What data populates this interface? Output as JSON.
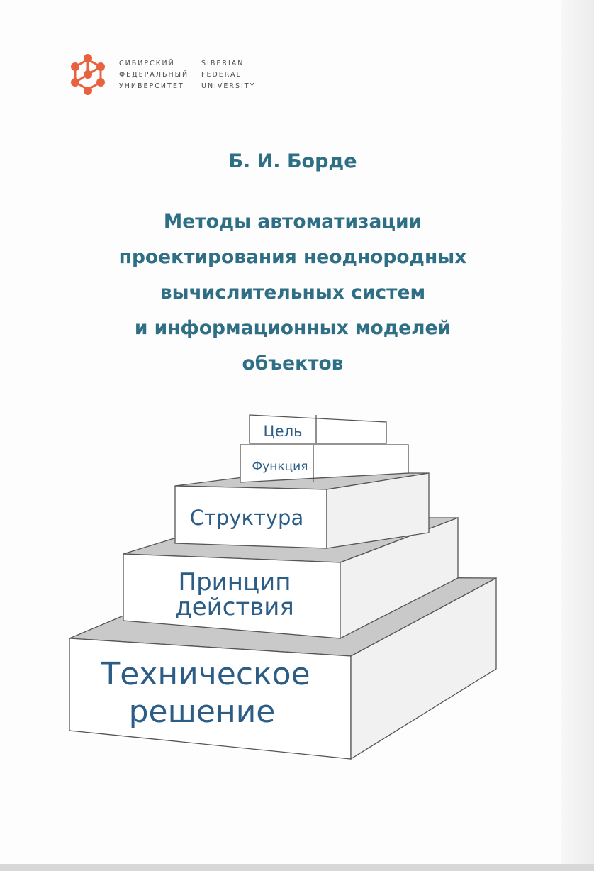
{
  "logo": {
    "ru": [
      "СИБИРСКИЙ",
      "ФЕДЕРАЛЬНЫЙ",
      "УНИВЕРСИТЕТ"
    ],
    "en": [
      "SIBERIAN",
      "FEDERAL",
      "UNIVERSITY"
    ],
    "color": "#e8623e"
  },
  "author": "Б. И. Борде",
  "title_lines": [
    "Методы автоматизации",
    "проектирования неоднородных",
    "вычислительных систем",
    "и информационных моделей",
    "объектов"
  ],
  "pyramid": {
    "level_1": "Цель",
    "level_2": "Функция",
    "level_3": "Структура",
    "level_4": [
      "Принцип",
      "действия"
    ],
    "level_5": [
      "Техническое",
      "решение"
    ]
  },
  "colors": {
    "title": "#2f6f85",
    "pyramid_text": "#2b5d86"
  }
}
